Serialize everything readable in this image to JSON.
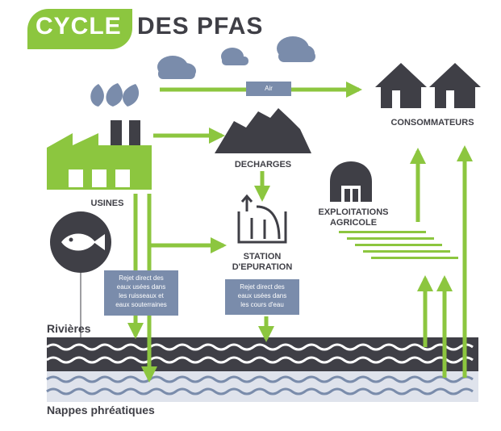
{
  "title": {
    "highlight": "CYCLE",
    "rest": "DES PFAS"
  },
  "nodes": {
    "usines": "USINES",
    "decharges": "DECHARGES",
    "station": [
      "STATION",
      "D'EPURATION"
    ],
    "consommateurs": "CONSOMMATEURS",
    "exploitations": [
      "EXPLOITATIONS",
      "AGRICOLE"
    ]
  },
  "flows": {
    "air": "Air"
  },
  "notes": {
    "rejet_ruisseaux": [
      "Rejet direct des",
      "eaux usées dans",
      "les ruisseaux et",
      "eaux souterraines"
    ],
    "rejet_cours": [
      "Rejet direct des",
      "eaux usées dans",
      "les cours d'eau"
    ]
  },
  "water": {
    "rivieres": "Rivières",
    "nappes": "Nappes phréatiques"
  },
  "colors": {
    "green": "#8cc63f",
    "dark": "#3f3f46",
    "slate": "#7a8cab",
    "water_light": "#dfe3ec"
  },
  "icons": [
    "cloud-icon",
    "factory-icon",
    "landfill-icon",
    "water-treatment-icon",
    "house-icon",
    "barn-icon",
    "fish-icon",
    "field-rows-icon",
    "wave-icon"
  ]
}
